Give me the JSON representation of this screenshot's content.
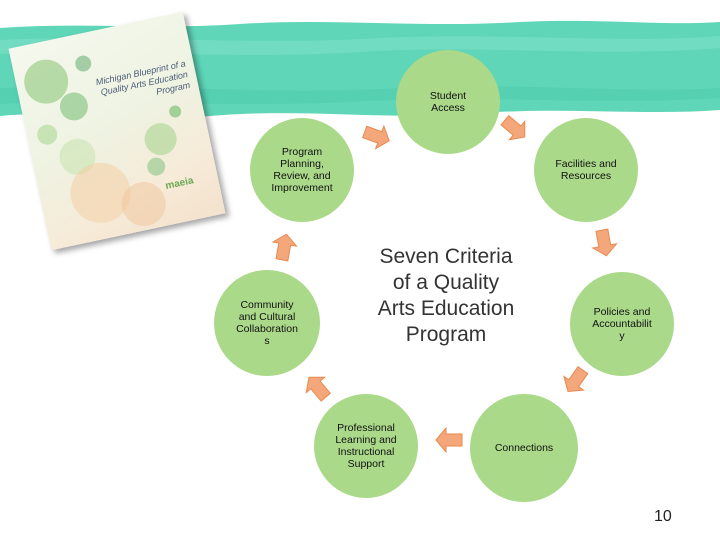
{
  "diagram": {
    "center_title": "Seven Criteria\nof a Quality\nArts Education\nProgram",
    "nodes": [
      {
        "id": "student-access",
        "label": "Student\nAccess"
      },
      {
        "id": "facilities-resources",
        "label": "Facilities and\nResources"
      },
      {
        "id": "policies-accountability",
        "label": "Policies and\nAccountabilit\ny"
      },
      {
        "id": "connections",
        "label": "Connections"
      },
      {
        "id": "professional-learning",
        "label": "Professional\nLearning and\nInstructional\nSupport"
      },
      {
        "id": "community-collaborations",
        "label": "Community\nand Cultural\nCollaboration\ns"
      },
      {
        "id": "program-planning",
        "label": "Program\nPlanning,\nReview, and\nImprovement"
      }
    ]
  },
  "cover": {
    "title": "Michigan Blueprint of a\nQuality Arts Education Program",
    "logo": "maeia"
  },
  "page_number": "10",
  "colors": {
    "banner": "#5fd6b8",
    "node_fill": "#abd98a",
    "arrow": "#f4a77a"
  }
}
